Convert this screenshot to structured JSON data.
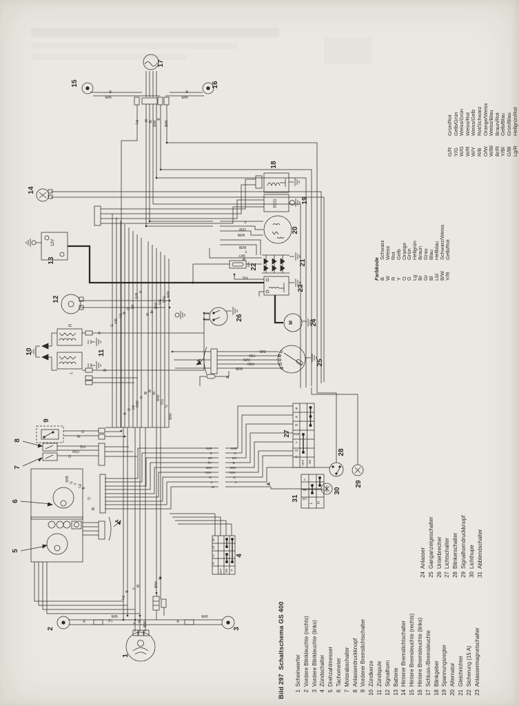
{
  "page": {
    "caption": {
      "figure": "Bild 297",
      "title": "Schaltschema GS 400"
    },
    "ink": "#2b2a27",
    "paper": "#eae8e2"
  },
  "legend": {
    "heading": "Farbkode",
    "col1": [
      [
        "B",
        "Schwarz"
      ],
      [
        "W",
        "Weiss"
      ],
      [
        "R",
        "Rot"
      ],
      [
        "Y",
        "Gelb"
      ],
      [
        "O",
        "Orange"
      ],
      [
        "G",
        "Grün"
      ],
      [
        "Lg",
        "Hellgrün"
      ],
      [
        "Br",
        "Braun"
      ],
      [
        "Gr",
        "Grau"
      ],
      [
        "Bl",
        "Blau"
      ],
      [
        "Lbl",
        "Hellblau"
      ],
      [
        "B/W",
        "Schwarz/Weiss"
      ],
      [
        "Y/R",
        "Gelb/Rot"
      ]
    ],
    "col2": [
      [
        "G/R",
        "Grün/Rot"
      ],
      [
        "Y/G",
        "Gelb/Grün"
      ],
      [
        "W/G",
        "Weiss/Grün"
      ],
      [
        "W/R",
        "Weiss/Rot"
      ],
      [
        "W/Y",
        "Weiss/Gelb"
      ],
      [
        "R/B",
        "Rot/Schwarz"
      ],
      [
        "O/W",
        "Orange/Weiss"
      ],
      [
        "W/Bl",
        "Weiss/Blau"
      ],
      [
        "Br/R",
        "Braun/Rot"
      ],
      [
        "Y/Bl",
        "Gelb/Blau"
      ],
      [
        "G/Bl",
        "Grün/Blau"
      ],
      [
        "Lg/R",
        "Hellgrün/Rot"
      ]
    ]
  },
  "components": {
    "col1": [
      [
        "1",
        "Scheinwerfer"
      ],
      [
        "2",
        "Vordere Blinkleuchte (rechts)"
      ],
      [
        "3",
        "Vordere Blinkleuchte (links)"
      ],
      [
        "4",
        "Zündschalter"
      ],
      [
        "5",
        "Drehzahlmesser"
      ],
      [
        "6",
        "Tachometer"
      ],
      [
        "7",
        "Motorabschalter"
      ],
      [
        "8",
        "Anlasserdruckknopf"
      ],
      [
        "9",
        "Vorderer Bremslichtschalter"
      ],
      [
        "10",
        "Zündkerze"
      ],
      [
        "11",
        "Zündspule"
      ],
      [
        "12",
        "Signalhorn"
      ],
      [
        "13",
        "Batterie"
      ],
      [
        "14",
        "Hinterer Bremslichtschalter"
      ],
      [
        "15",
        "Hintere Bremsleuchte (rechts)"
      ],
      [
        "16",
        "Hintere Bremsleuchte (links)"
      ],
      [
        "17",
        "Schluss-/Bremsleuchte"
      ],
      [
        "18",
        "Blinkgeber"
      ],
      [
        "19",
        "Spannungsregler"
      ],
      [
        "20",
        "Alternator"
      ],
      [
        "21",
        "Gleichrichter"
      ],
      [
        "22",
        "Sicherung (15 A)"
      ],
      [
        "23",
        "Anlassermagnetschalter"
      ]
    ],
    "col2": [
      [
        "24",
        "Anlasser"
      ],
      [
        "25",
        "Ganganzeigeschalter"
      ],
      [
        "26",
        "Unterbrecher"
      ],
      [
        "27",
        "Lichtschalter"
      ],
      [
        "28",
        "Blinkerschalter"
      ],
      [
        "29",
        "Signalhorndruckknopf"
      ],
      [
        "30",
        "Lichthupe"
      ],
      [
        "31",
        "Abblendschalter"
      ]
    ]
  },
  "diagram": {
    "labels": [
      [
        "1",
        185,
        951,
        -90,
        10,
        1
      ],
      [
        "2",
        76,
        912,
        -90,
        10,
        1
      ],
      [
        "3",
        346,
        912,
        -90,
        10,
        1
      ],
      [
        "4",
        350,
        806,
        -90,
        10,
        1
      ],
      [
        "5",
        25,
        799,
        -90,
        10,
        1
      ],
      [
        "6",
        25,
        727,
        -90,
        10,
        1
      ],
      [
        "7",
        28,
        678,
        -90,
        10,
        1
      ],
      [
        "8",
        28,
        639,
        -90,
        10,
        1
      ],
      [
        "9",
        70,
        610,
        -90,
        10,
        1
      ],
      [
        "10",
        45,
        510,
        -90,
        10,
        1
      ],
      [
        "11",
        150,
        512,
        -90,
        10,
        1
      ],
      [
        "12",
        84,
        434,
        -90,
        10,
        1
      ],
      [
        "13",
        77,
        378,
        -90,
        10,
        1
      ],
      [
        "14",
        48,
        276,
        -90,
        10,
        1
      ],
      [
        "15",
        111,
        121,
        -90,
        10,
        1
      ],
      [
        "16",
        315,
        123,
        -90,
        10,
        1
      ],
      [
        "17",
        236,
        92,
        -90,
        10,
        1
      ],
      [
        "18",
        400,
        239,
        -90,
        10,
        1
      ],
      [
        "19",
        445,
        291,
        -90,
        10,
        1
      ],
      [
        "20",
        431,
        334,
        -90,
        10,
        1
      ],
      [
        "21",
        442,
        381,
        -90,
        10,
        1
      ],
      [
        "22",
        371,
        387,
        -90,
        10,
        1
      ],
      [
        "23",
        439,
        418,
        -90,
        10,
        1
      ],
      [
        "24",
        458,
        468,
        -90,
        10,
        1
      ],
      [
        "25",
        467,
        526,
        -90,
        10,
        1
      ],
      [
        "26",
        350,
        461,
        -90,
        10,
        1
      ],
      [
        "27",
        419,
        629,
        -90,
        10,
        1
      ],
      [
        "28",
        498,
        656,
        -90,
        10,
        1
      ],
      [
        "29",
        523,
        702,
        -90,
        10,
        1
      ],
      [
        "30",
        492,
        712,
        -90,
        10,
        1
      ],
      [
        "31",
        431,
        723,
        -90,
        10,
        1
      ],
      [
        "12V",
        78,
        352,
        -90,
        6,
        0
      ],
      [
        "REG",
        401,
        295,
        -90,
        6,
        0
      ],
      [
        "15A",
        362,
        384,
        -90,
        4.5,
        0
      ],
      [
        "M",
        424,
        468,
        -90,
        7,
        1
      ],
      [
        "R",
        104,
        472,
        -90,
        6,
        0
      ],
      [
        "L",
        105,
        541,
        -90,
        6,
        0
      ],
      [
        "A",
        172,
        756,
        -90,
        7,
        1
      ],
      [
        "A",
        291,
        523,
        -90,
        7,
        1
      ],
      [
        "A",
        392,
        702,
        -90,
        7,
        1
      ],
      [
        "OFF",
        322,
        829,
        -90,
        4.5,
        0
      ],
      [
        "ON",
        330,
        828,
        -90,
        4.5,
        0
      ],
      [
        "P",
        338,
        827,
        -90,
        4.5,
        0
      ],
      [
        "OFF",
        441,
        671,
        -90,
        4.5,
        0
      ],
      [
        "ON",
        451,
        670,
        -90,
        4.5,
        0
      ],
      [
        "L",
        453,
        730,
        -90,
        5,
        0
      ],
      [
        "H",
        464,
        729,
        -90,
        5,
        0
      ],
      [
        "Lg",
        200,
        177,
        -90,
        5,
        0
      ],
      [
        "W",
        214,
        175,
        -90,
        5,
        0
      ],
      [
        "Br",
        220,
        176,
        -90,
        5,
        0
      ],
      [
        "B/W",
        226,
        179,
        -90,
        5,
        0
      ],
      [
        "B",
        232,
        173,
        -90,
        5,
        0
      ],
      [
        "B/W",
        243,
        179,
        -90,
        5,
        0
      ],
      [
        "G",
        164,
        472,
        -90,
        5,
        0
      ],
      [
        "Y/R",
        170,
        466,
        -90,
        5,
        0
      ],
      [
        "Lg",
        176,
        458,
        -90,
        5,
        0
      ],
      [
        "B",
        182,
        454,
        -90,
        5,
        0
      ],
      [
        "O",
        188,
        448,
        -90,
        5,
        0
      ],
      [
        "Lbl",
        194,
        445,
        -90,
        5,
        0
      ],
      [
        "G/R",
        200,
        429,
        -90,
        5,
        0
      ],
      [
        "R",
        206,
        423,
        -90,
        5,
        0
      ],
      [
        "W",
        216,
        456,
        -90,
        5,
        0
      ],
      [
        "Br",
        222,
        452,
        -90,
        5,
        0
      ],
      [
        "B/W",
        228,
        443,
        -90,
        5,
        0
      ],
      [
        "Y/G",
        234,
        438,
        -90,
        5,
        0
      ],
      [
        "W/G",
        240,
        434,
        -90,
        5,
        0
      ],
      [
        "W/R",
        246,
        427,
        -90,
        5,
        0
      ],
      [
        "B",
        183,
        600,
        -90,
        5,
        0
      ],
      [
        "O",
        189,
        594,
        -90,
        5,
        0
      ],
      [
        "Lbl",
        195,
        591,
        -90,
        5,
        0
      ],
      [
        "O/W",
        201,
        586,
        -90,
        5,
        0
      ],
      [
        "R",
        207,
        576,
        -90,
        5,
        0
      ],
      [
        "Bl",
        213,
        570,
        -90,
        5,
        0
      ],
      [
        "W",
        219,
        567,
        -90,
        5,
        0
      ],
      [
        "Br",
        225,
        570,
        -90,
        5,
        0
      ],
      [
        "B/W",
        231,
        577,
        -90,
        5,
        0
      ],
      [
        "Y/G",
        237,
        583,
        -90,
        5,
        0
      ],
      [
        "G",
        243,
        589,
        -90,
        5,
        0
      ],
      [
        "W/R",
        249,
        604,
        -90,
        5,
        0
      ],
      [
        "W/B",
        99,
        695,
        -90,
        5,
        0
      ],
      [
        "G",
        105,
        700,
        -90,
        5,
        0
      ],
      [
        "Y",
        111,
        702,
        -90,
        5,
        0
      ],
      [
        "Lg",
        117,
        705,
        -90,
        5,
        0
      ],
      [
        "B",
        123,
        708,
        -90,
        5,
        0
      ],
      [
        "O",
        131,
        723,
        -90,
        5,
        0
      ],
      [
        "Bl",
        137,
        738,
        -90,
        5,
        0
      ],
      [
        "Lg",
        180,
        867,
        -90,
        5,
        0
      ],
      [
        "B",
        186,
        858,
        -90,
        5,
        0
      ],
      [
        "Y",
        196,
        854,
        -90,
        5,
        0
      ],
      [
        "W",
        202,
        850,
        -90,
        5,
        0
      ],
      [
        "B/W",
        228,
        848,
        -90,
        5,
        0
      ],
      [
        "Br",
        234,
        838,
        -90,
        5,
        0
      ],
      [
        "Y",
        197,
        904,
        -90,
        5,
        0
      ],
      [
        "W",
        204,
        901,
        -90,
        5,
        0
      ],
      [
        "B/W",
        212,
        905,
        -90,
        5,
        0
      ],
      [
        "Bl",
        311,
        783,
        -90,
        4.5,
        0
      ],
      [
        "Gr",
        311,
        794,
        -90,
        4.5,
        0
      ],
      [
        "O",
        311,
        806,
        -90,
        4.5,
        0
      ],
      [
        "R",
        311,
        817,
        -90,
        4.5,
        0
      ],
      [
        "B",
        160,
        131,
        180,
        5,
        0
      ],
      [
        "W/B",
        157,
        139,
        180,
        5,
        0
      ],
      [
        "B",
        271,
        131,
        180,
        5,
        0
      ],
      [
        "W/B",
        268,
        139,
        180,
        5,
        0
      ],
      [
        "B",
        144,
        481,
        180,
        5,
        0
      ],
      [
        "W",
        152,
        535,
        180,
        5,
        0
      ],
      [
        "O",
        120,
        624,
        180,
        5,
        0
      ],
      [
        "W",
        114,
        631,
        180,
        5,
        0
      ],
      [
        "Y/G",
        120,
        646,
        180,
        5,
        0
      ],
      [
        "O/W",
        110,
        653,
        180,
        5,
        0
      ],
      [
        "O",
        101,
        660,
        180,
        5,
        0
      ],
      [
        "Y",
        356,
        320,
        180,
        5,
        0
      ],
      [
        "O/W",
        352,
        331,
        180,
        5,
        0
      ],
      [
        "W/Bl",
        350,
        339,
        180,
        5,
        0
      ],
      [
        "W/Bl",
        352,
        357,
        180,
        5,
        0
      ],
      [
        "Y",
        357,
        363,
        180,
        5,
        0
      ],
      [
        "W/Y",
        351,
        369,
        180,
        5,
        0
      ],
      [
        "W",
        354,
        374,
        180,
        5,
        0
      ],
      [
        "Y/G",
        356,
        401,
        180,
        5,
        0
      ],
      [
        "Bl/B",
        381,
        508,
        180,
        5,
        0
      ],
      [
        "Y/Bl",
        366,
        514,
        180,
        5,
        0
      ],
      [
        "G/Bl",
        358,
        520,
        180,
        5,
        0
      ],
      [
        "R/Bl",
        364,
        526,
        180,
        5,
        0
      ],
      [
        "W/Bl",
        347,
        533,
        180,
        5,
        0
      ],
      [
        "Bl",
        330,
        545,
        180,
        5,
        0
      ],
      [
        "B/W",
        303,
        649,
        180,
        4.5,
        0
      ],
      [
        "G",
        306,
        656,
        180,
        4.5,
        0
      ],
      [
        "Lbl",
        305,
        663,
        180,
        4.5,
        0
      ],
      [
        "Lg",
        304,
        670,
        180,
        4.5,
        0
      ],
      [
        "W/R",
        303,
        677,
        180,
        4.5,
        0
      ],
      [
        "W/G",
        302,
        684,
        180,
        4.5,
        0
      ],
      [
        "O",
        305,
        691,
        180,
        4.5,
        0
      ],
      [
        "Y",
        307,
        698,
        180,
        4.5,
        0
      ],
      [
        "W",
        309,
        705,
        180,
        4.5,
        0
      ],
      [
        "B/W",
        339,
        649,
        180,
        4.5,
        0
      ],
      [
        "G",
        341,
        656,
        180,
        4.5,
        0
      ],
      [
        "Lbl",
        340,
        663,
        180,
        4.5,
        0
      ],
      [
        "B",
        339,
        670,
        180,
        4.5,
        0
      ],
      [
        "W/R",
        338,
        677,
        180,
        4.5,
        0
      ],
      [
        "W/G",
        337,
        684,
        180,
        4.5,
        0
      ],
      [
        "O",
        340,
        691,
        180,
        4.5,
        0
      ],
      [
        "Y",
        342,
        698,
        180,
        4.5,
        0
      ],
      [
        "B",
        122,
        899,
        180,
        5,
        0
      ],
      [
        "Lg",
        160,
        899,
        180,
        5,
        0
      ],
      [
        "W/B",
        166,
        892,
        180,
        5,
        0
      ],
      [
        "B",
        258,
        899,
        180,
        5,
        0
      ],
      [
        "W/B",
        297,
        892,
        180,
        5,
        0
      ],
      [
        "B",
        430,
        591,
        180,
        4.5,
        0
      ],
      [
        "R",
        430,
        603,
        180,
        4.5,
        0
      ],
      [
        "W",
        430,
        615,
        180,
        4.5,
        0
      ],
      [
        "B/W",
        430,
        628,
        180,
        4.5,
        0
      ],
      [
        "Y",
        430,
        640,
        180,
        4.5,
        0
      ],
      [
        "Gr",
        430,
        652,
        180,
        4.5,
        0
      ],
      [
        "O",
        430,
        661,
        180,
        4.5,
        0
      ],
      [
        "Y",
        442,
        694,
        180,
        4.5,
        0
      ],
      [
        "W",
        442,
        709,
        180,
        4.5,
        0
      ],
      [
        "Lbl",
        442,
        722,
        180,
        4.5,
        0
      ]
    ]
  }
}
